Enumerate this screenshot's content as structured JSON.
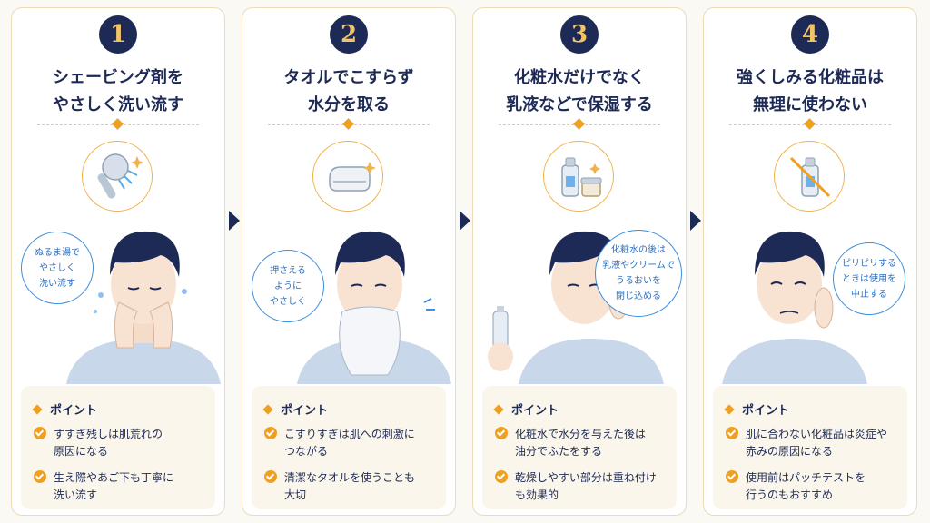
{
  "point_header": "ポイント",
  "steps": [
    {
      "num": "1",
      "title": [
        "シェービング剤を",
        "やさしく洗い流す"
      ],
      "icon": "shower-icon",
      "bubble": [
        "ぬるま湯で",
        "やさしく",
        "洗い流す"
      ],
      "points": [
        [
          "すすぎ残しは肌荒れの",
          "原因になる"
        ],
        [
          "生え際やあご下も丁寧に",
          "洗い流す"
        ]
      ]
    },
    {
      "num": "2",
      "title": [
        "タオルでこすらず",
        "水分を取る"
      ],
      "icon": "towel-icon",
      "bubble": [
        "押さえる",
        "ように",
        "やさしく"
      ],
      "points": [
        [
          "こすりすぎは肌への刺激に",
          "つながる"
        ],
        [
          "清潔なタオルを使うことも",
          "大切"
        ]
      ]
    },
    {
      "num": "3",
      "title": [
        "化粧水だけでなく",
        "乳液などで保湿する"
      ],
      "icon": "skincare-bottles-icon",
      "bubble": [
        "化粧水の後は",
        "乳液やクリームで",
        "うるおいを",
        "閉じ込める"
      ],
      "points": [
        [
          "化粧水で水分を与えた後は",
          "油分でふたをする"
        ],
        [
          "乾燥しやすい部分は重ね付け",
          "も効果的"
        ]
      ]
    },
    {
      "num": "4",
      "title": [
        "強くしみる化粧品は",
        "無理に使わない"
      ],
      "icon": "no-cosmetics-icon",
      "bubble": [
        "ピリピリする",
        "ときは使用を",
        "中止する"
      ],
      "points": [
        [
          "肌に合わない化粧品は炎症や",
          "赤みの原因になる"
        ],
        [
          "使用前はパッチテストを",
          "行うのもおすすめ"
        ]
      ]
    }
  ]
}
